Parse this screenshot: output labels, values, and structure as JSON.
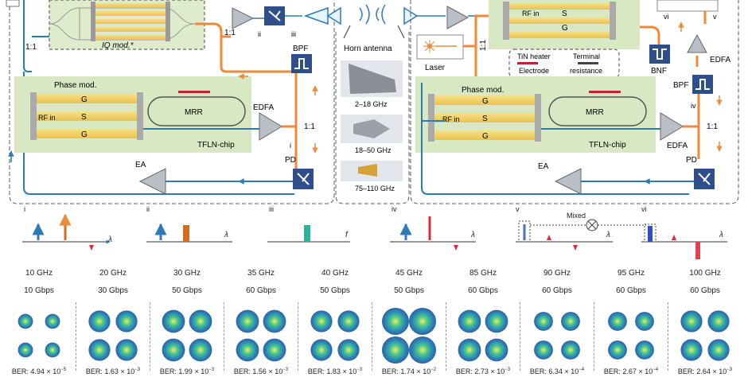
{
  "colors": {
    "chip_green": "#d7e8c2",
    "waveguide_orange": "#ee8a3a",
    "fiber_blue": "#2b7bb9",
    "electrode_gold": "#f1d56a",
    "arrow_blue": "#4a6fc0",
    "arrow_orange": "#d86a1c",
    "marker_red": "#d92c3a",
    "marker_teal": "#2bb39a"
  },
  "diagram": {
    "iq_mod": "IQ mod.*",
    "split_1": "1:1",
    "split_2": "1:1",
    "split_3": "1:1",
    "split_4": "1:1",
    "split_5": "1:1",
    "point_ii": "ii",
    "point_iii": "iii",
    "point_i": "i",
    "point_iv": "iv",
    "point_v": "v",
    "point_vi": "vi",
    "horn_antenna": "Horn antenna",
    "band_1": "2–18 GHz",
    "band_2": "18–50 GHz",
    "band_3": "75–110 GHz",
    "bpf_left": "BPF",
    "bpf_right": "BPF",
    "bnf": "BNF",
    "edfa_left": "EDFA",
    "edfa_right": "EDFA",
    "edfa_right_top": "EDFA",
    "pd_left": "PD",
    "pd_right": "PD",
    "ea_left": "EA",
    "ea_right": "EA",
    "mrr_left": "MRR",
    "mrr_right": "MRR",
    "phase_mod_left": "Phase mod.",
    "phase_mod_right": "Phase mod.",
    "g_top_left": "G",
    "s_left": "S",
    "g_bot_left": "G",
    "g_top_right": "G",
    "s_right": "S",
    "g_bot_right": "G",
    "rf_in_left": "RF in",
    "rf_in_right": "RF in",
    "rf_in_top": "RF in",
    "s_top": "S",
    "g_top": "G",
    "tfln_left": "TFLN-chip",
    "tfln_right": "TFLN-chip",
    "laser": "Laser",
    "legend_tin": "TiN heater",
    "legend_terminal": "Terminal",
    "legend_electrode": "Electrode",
    "legend_resistance": "resistance"
  },
  "spectra": {
    "i": "i",
    "ii": "ii",
    "iii": "iii",
    "iv": "iv",
    "v": "v",
    "vi": "vi",
    "lambda": "λ",
    "f": "f",
    "mixed": "Mixed"
  },
  "constellations": [
    {
      "freq": "10 GHz",
      "rate": "10 Gbps",
      "ber_m": "4.94",
      "ber_e": "−5"
    },
    {
      "freq": "20 GHz",
      "rate": "30 Gbps",
      "ber_m": "1.63",
      "ber_e": "−3"
    },
    {
      "freq": "30 GHz",
      "rate": "50 Gbps",
      "ber_m": "1.99",
      "ber_e": "−3"
    },
    {
      "freq": "35 GHz",
      "rate": "60 Gbps",
      "ber_m": "1.56",
      "ber_e": "−3"
    },
    {
      "freq": "40 GHz",
      "rate": "50 Gbps",
      "ber_m": "1.83",
      "ber_e": "−3"
    },
    {
      "freq": "45 GHz",
      "rate": "50 Gbps",
      "ber_m": "1.74",
      "ber_e": "−2"
    },
    {
      "freq": "85 GHz",
      "rate": "60 Gbps",
      "ber_m": "2.73",
      "ber_e": "−3"
    },
    {
      "freq": "90 GHz",
      "rate": "60 Gbps",
      "ber_m": "6.34",
      "ber_e": "−4"
    },
    {
      "freq": "95 GHz",
      "rate": "60 Gbps",
      "ber_m": "2.67",
      "ber_e": "−4"
    },
    {
      "freq": "100 GHz",
      "rate": "60 Gbps",
      "ber_m": "2.64",
      "ber_e": "−3"
    }
  ],
  "ber_prefix": "BER: ",
  "ber_times": " × 10"
}
